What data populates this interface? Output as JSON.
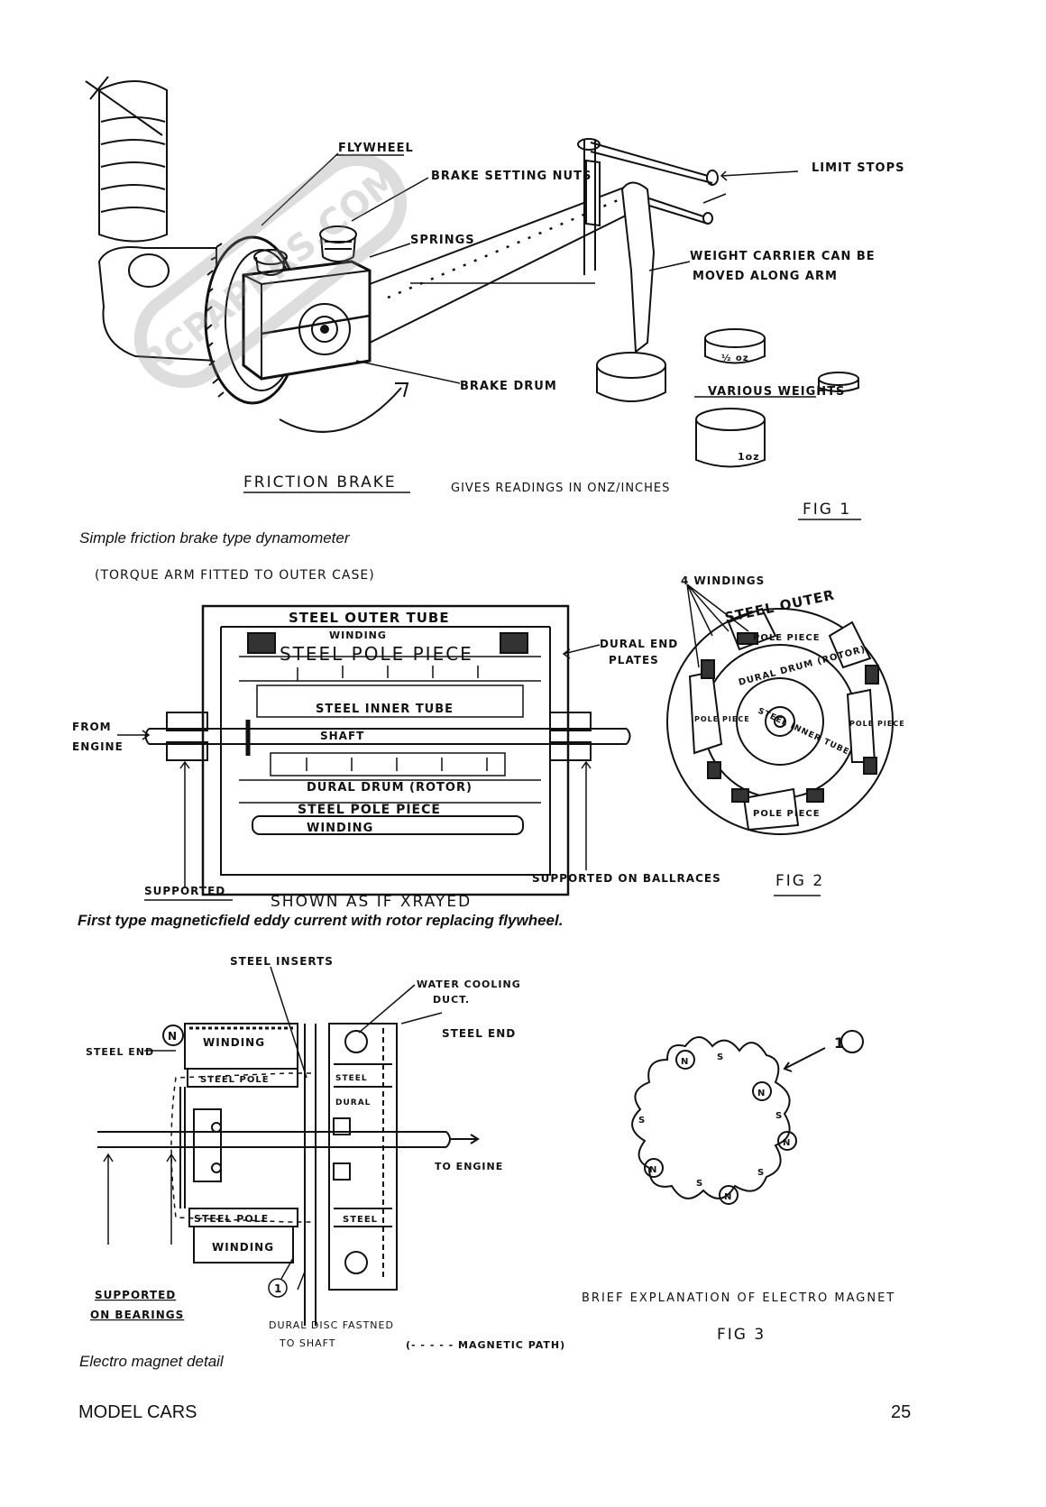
{
  "fig1": {
    "labels": {
      "flywheel": "FLYWHEEL",
      "brake_setting_nuts": "BRAKE SETTING NUTS",
      "limit_stops": "LIMIT STOPS",
      "springs": "SPRINGS",
      "weight_carrier_1": "WEIGHT CARRIER CAN BE",
      "weight_carrier_2": "MOVED ALONG ARM",
      "brake_drum": "BRAKE DRUM",
      "various_weights": "VARIOUS WEIGHTS",
      "weight_half_oz": "½ oz",
      "weight_1oz": "1oz",
      "title": "FRICTION BRAKE",
      "readings": "GIVES READINGS IN ONZ/INCHES",
      "fig": "FIG 1"
    },
    "caption": "Simple friction brake type dynamometer"
  },
  "fig2": {
    "labels": {
      "torque_note": "(TORQUE ARM FITTED TO OUTER CASE)",
      "steel_outer_tube": "STEEL OUTER TUBE",
      "winding_top": "WINDING",
      "steel_pole_piece_top": "STEEL POLE PIECE",
      "steel_inner_tube": "STEEL INNER TUBE",
      "shaft": "SHAFT",
      "from_engine_1": "FROM",
      "from_engine_2": "ENGINE",
      "dural_drum": "DURAL DRUM (ROTOR)",
      "steel_pole_piece_bottom": "STEEL POLE PIECE",
      "winding_bottom": "WINDING",
      "dural_end_plates_1": "DURAL END",
      "dural_end_plates_2": "PLATES",
      "supported": "SUPPORTED",
      "shown_as": "SHOWN AS IF XRAYED",
      "supported_ball": "SUPPORTED ON BALLRACES",
      "windings_4": "4 WINDINGS",
      "steel_outer": "STEEL OUTER",
      "pole_piece_top": "POLE PIECE",
      "dural_drum_rotor": "DURAL DRUM (ROTOR)",
      "steel_inner_tube_r": "STEEL INNER TUBE",
      "pole_piece_left": "POLE PIECE",
      "pole_piece_right": "POLE PIECE",
      "pole_piece_bottom": "POLE PIECE",
      "fig": "FIG 2"
    },
    "caption": "First type magneticfield eddy current with rotor replacing flywheel."
  },
  "fig3": {
    "labels": {
      "steel_inserts": "STEEL INSERTS",
      "water_cooling_1": "WATER COOLING",
      "water_cooling_2": "DUCT.",
      "steel_end_right": "STEEL END",
      "steel_end_left": "STEEL END",
      "n_marker": "N",
      "winding_top": "WINDING",
      "steel_pole_top": "STEEL POLE",
      "steel_r_top": "STEEL",
      "dural": "DURAL",
      "to_engine": "TO ENGINE",
      "steel_pole_bottom": "STEEL POLE",
      "steel_r_bottom": "STEEL",
      "winding_bottom": "WINDING",
      "supported_1": "SUPPORTED",
      "supported_2": "ON BEARINGS",
      "one_marker": "1",
      "dural_disc_1": "DURAL DISC FASTNED",
      "dural_disc_2": "TO SHAFT",
      "magnetic_path": "(- - - - - MAGNETIC PATH)",
      "explanation": "BRIEF EXPLANATION OF ELECTRO MAGNET",
      "fig": "FIG 3",
      "one_right": "1",
      "pole_n": "N",
      "pole_s": "S"
    },
    "caption": "Electro magnet detail"
  },
  "footer": {
    "left": "MODEL CARS",
    "right": "25"
  },
  "watermark": "RCPAPERS.COM"
}
